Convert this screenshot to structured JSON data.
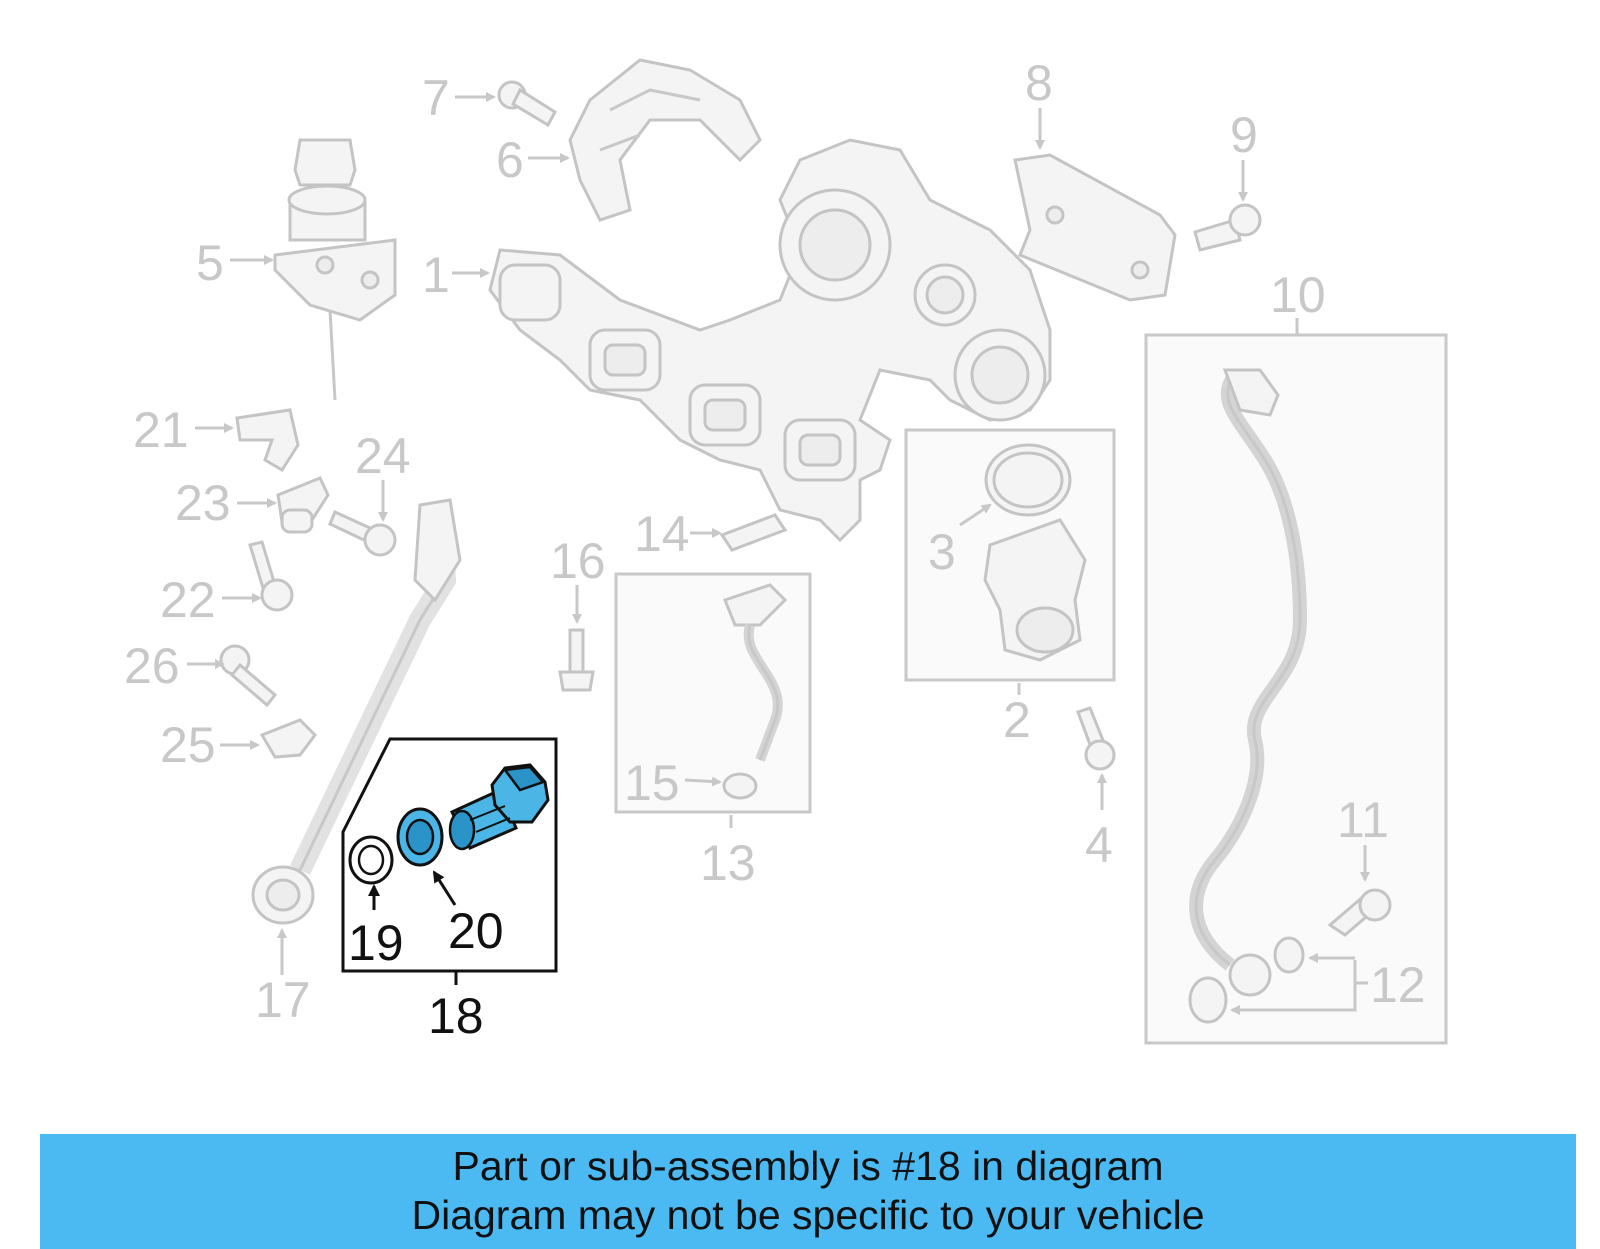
{
  "callouts": {
    "c1": "1",
    "c2": "2",
    "c3": "3",
    "c4": "4",
    "c5": "5",
    "c6": "6",
    "c7": "7",
    "c8": "8",
    "c9": "9",
    "c10": "10",
    "c11": "11",
    "c12": "12",
    "c13": "13",
    "c14": "14",
    "c15": "15",
    "c16": "16",
    "c17": "17",
    "c18": "18",
    "c19": "19",
    "c20": "20",
    "c21": "21",
    "c22": "22",
    "c23": "23",
    "c24": "24",
    "c25": "25",
    "c26": "26"
  },
  "highlighted_part": "18",
  "banner": {
    "line1": "Part or sub-assembly is #18 in diagram",
    "line2": "Diagram may not be specific to your vehicle",
    "background": "#4bb9f2"
  },
  "colors": {
    "highlight_fill": "#4bb5e6",
    "inactive": "#c8c8c8"
  }
}
